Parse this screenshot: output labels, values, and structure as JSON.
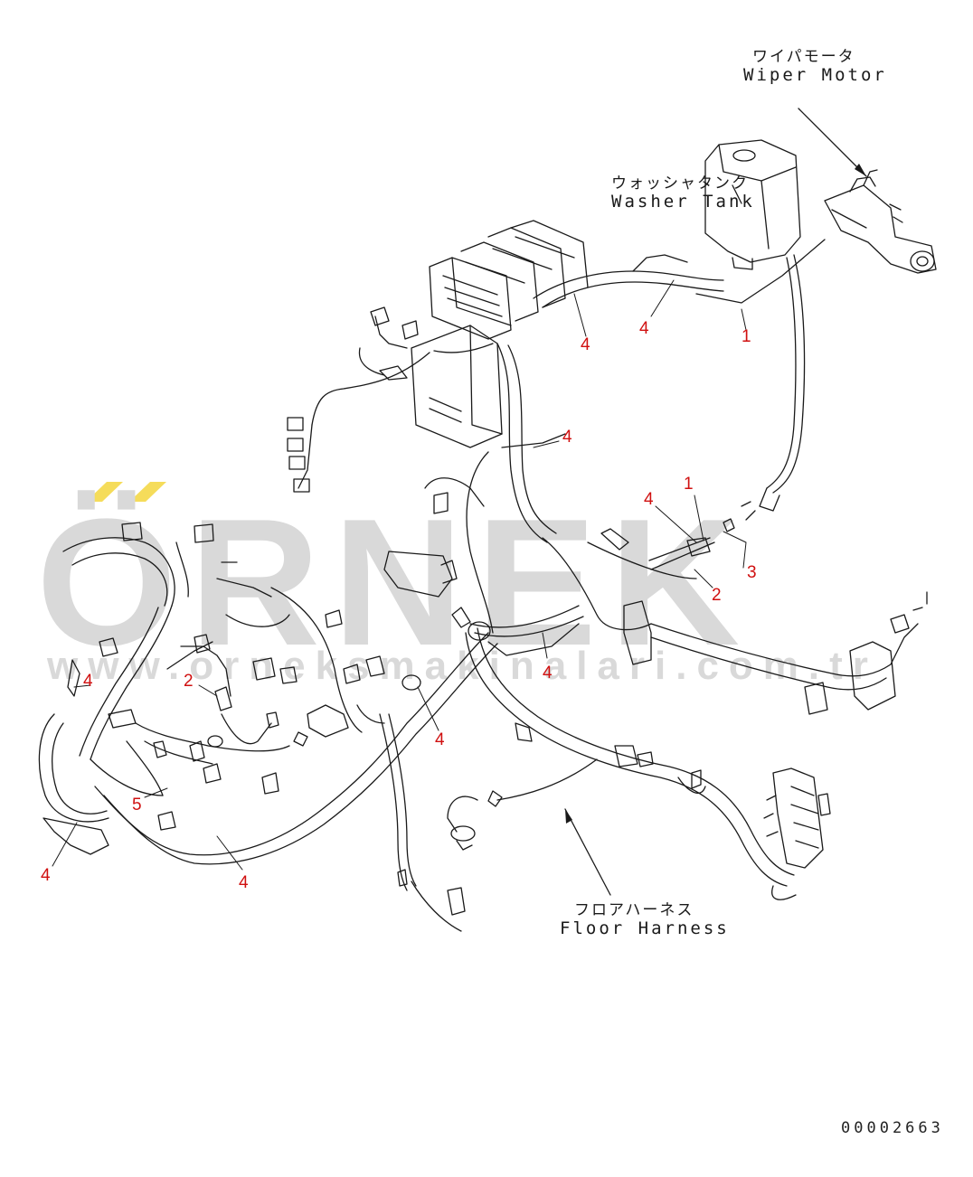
{
  "watermark": {
    "brand": "ÖRNEK",
    "url": "www.orneksmakinalari.com.tr",
    "brand_color": "#d4d4d4",
    "accent_color": "#f5dc5a"
  },
  "labels": {
    "wiper_motor_jp": "ワイパモータ",
    "wiper_motor_en": "Wiper Motor",
    "washer_tank_jp": "ウォッシャタンク",
    "washer_tank_en": "Washer Tank",
    "floor_harness_jp": "フロアハーネス",
    "floor_harness_en": "Floor Harness"
  },
  "callouts": [
    {
      "id": "c1",
      "text": "4"
    },
    {
      "id": "c2",
      "text": "4"
    },
    {
      "id": "c3",
      "text": "1"
    },
    {
      "id": "c4",
      "text": "4"
    },
    {
      "id": "c5",
      "text": "4"
    },
    {
      "id": "c6",
      "text": "1"
    },
    {
      "id": "c7",
      "text": "3"
    },
    {
      "id": "c8",
      "text": "2"
    },
    {
      "id": "c9",
      "text": "4"
    },
    {
      "id": "c10",
      "text": "2"
    },
    {
      "id": "c11",
      "text": "4"
    },
    {
      "id": "c12",
      "text": "4"
    },
    {
      "id": "c13",
      "text": "5"
    },
    {
      "id": "c14",
      "text": "4"
    },
    {
      "id": "c15",
      "text": "4"
    }
  ],
  "drawing_number": "00002663",
  "colors": {
    "line": "#1a1a1a",
    "callout": "#d01010"
  }
}
